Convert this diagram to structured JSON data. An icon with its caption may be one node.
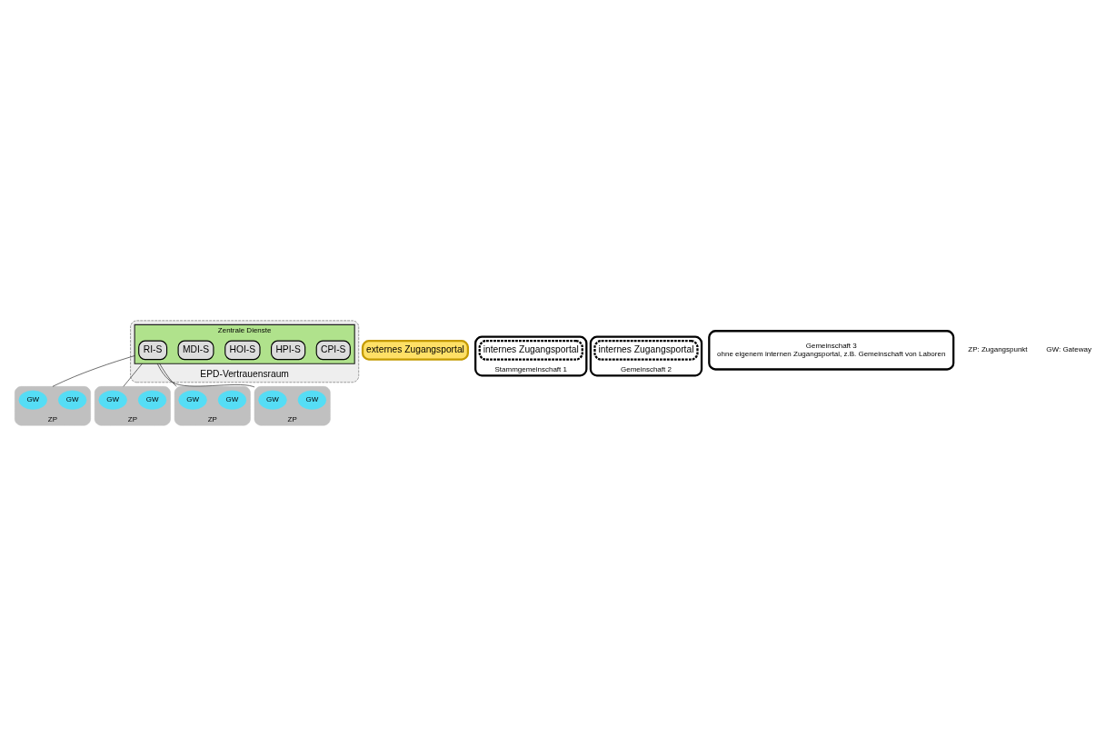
{
  "diagram": {
    "nodes": [
      {
        "text": [
          "EPD-Vertrauensraum"
        ]
      },
      {
        "text": [
          "Zentrale Dienste"
        ],
        "in": 0
      },
      {
        "text": [
          "CPI-S"
        ],
        "in": 1
      },
      {
        "text": [
          "HPI-S"
        ],
        "in": 1
      },
      {
        "text": [
          "HOI-S"
        ],
        "in": 1
      },
      {
        "text": [
          "MDI-S"
        ],
        "in": 1
      },
      {
        "text": [
          "RI-S"
        ],
        "in": 1
      },
      {
        "text": [
          "externes Zugangsportal"
        ]
      },
      {
        "text": [
          "ZP"
        ]
      },
      {
        "text": [
          "GW"
        ],
        "in": 8
      },
      {
        "text": [
          "GW"
        ],
        "in": 8
      },
      {
        "text": [
          "Stammgemeinschaft 1"
        ]
      },
      {
        "text": [
          "internes Zugangsportal"
        ],
        "in": 11
      },
      {
        "text": [
          "ZP"
        ]
      },
      {
        "text": [
          "GW"
        ],
        "in": 13
      },
      {
        "text": [
          "GW"
        ],
        "in": 13
      },
      {
        "text": [
          "Gemeinschaft 2"
        ]
      },
      {
        "text": [
          "internes Zugangsportal"
        ],
        "in": 16
      },
      {
        "text": [
          "ZP"
        ]
      },
      {
        "text": [
          "GW"
        ],
        "in": 18
      },
      {
        "text": [
          "GW"
        ],
        "in": 18
      },
      {
        "text": [
          "Gemeinschaft 3",
          "ohne eigenem internen Zugangsportal, z.B. Gemeinschaft von Laboren"
        ]
      },
      {
        "text": [
          "ZP"
        ]
      },
      {
        "text": [
          "GW"
        ],
        "in": 22
      },
      {
        "text": [
          "GW"
        ],
        "in": 22
      }
    ],
    "edges": [
      {
        "from": 1,
        "to": 8,
        "arrow": "none"
      },
      {
        "from": 1,
        "to": 13,
        "arrow": "none"
      },
      {
        "from": 1,
        "to": 18,
        "arrow": "none"
      },
      {
        "from": 1,
        "to": 22,
        "arrow": "none"
      }
    ],
    "labels": [
      "ZP: Zugangspunkt",
      "GW: Gateway"
    ]
  }
}
